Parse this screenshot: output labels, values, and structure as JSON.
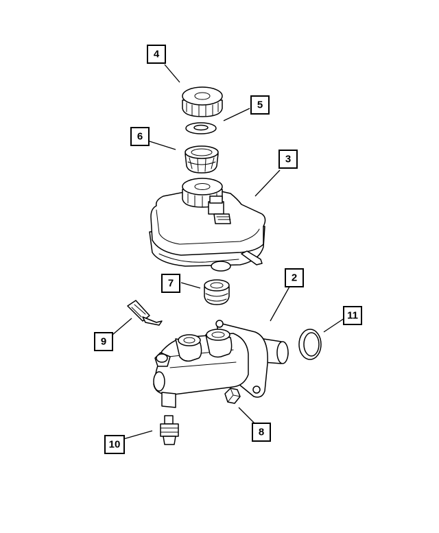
{
  "callouts": [
    {
      "id": "c4",
      "label": "4"
    },
    {
      "id": "c5",
      "label": "5"
    },
    {
      "id": "c6",
      "label": "6"
    },
    {
      "id": "c3",
      "label": "3"
    },
    {
      "id": "c7",
      "label": "7"
    },
    {
      "id": "c2",
      "label": "2"
    },
    {
      "id": "c11",
      "label": "11"
    },
    {
      "id": "c9",
      "label": "9"
    },
    {
      "id": "c8",
      "label": "8"
    },
    {
      "id": "c10",
      "label": "10"
    }
  ],
  "colors": {
    "line": "#000000",
    "background": "#ffffff"
  }
}
